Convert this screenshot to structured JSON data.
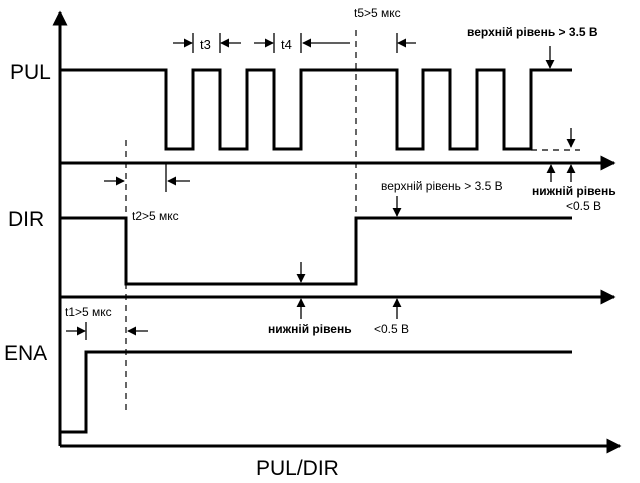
{
  "labels": {
    "pul": "PUL",
    "dir": "DIR",
    "ena": "ENA",
    "x_axis": "PUL/DIR"
  },
  "timing": {
    "t1": "t1>5 мкс",
    "t2": "t2>5 мкс",
    "t3": "t3",
    "t4": "t4",
    "t5": "t5>5 мкс"
  },
  "levels": {
    "pul_high": "верхній рівень > 3.5 В",
    "pul_low": "нижній рівень",
    "pul_low_value": "<0.5 В",
    "dir_high": "верхній рівень > 3.5 В",
    "dir_low": "нижній рівень",
    "dir_low_value": "<0.5 В"
  }
}
